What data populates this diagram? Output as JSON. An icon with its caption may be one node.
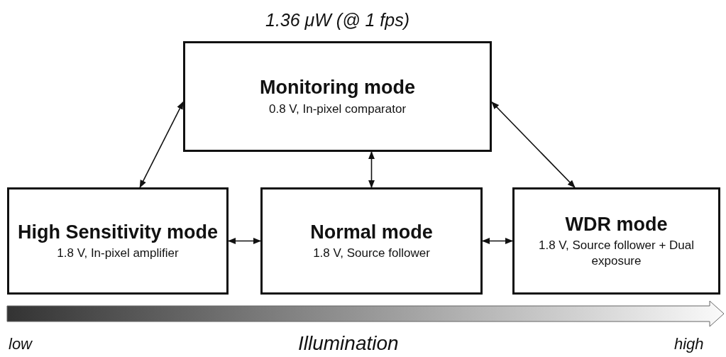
{
  "diagram": {
    "nodes": [
      {
        "text": [
          "Monitoring mode",
          "0.8 V, In-pixel comparator"
        ],
        "beside": [
          "1.36 μW (@ 1 fps)"
        ]
      },
      {
        "text": [
          "High Sensitivity mode",
          "1.8 V, In-pixel amplifier"
        ]
      },
      {
        "text": [
          "Normal mode",
          "1.8 V, Source follower"
        ]
      },
      {
        "text": [
          "WDR mode",
          "1.8 V, Source follower + Dual exposure"
        ]
      }
    ],
    "edges": [
      {
        "from": 0,
        "to": 1,
        "arrow": "both"
      },
      {
        "from": 0,
        "to": 2,
        "arrow": "both"
      },
      {
        "from": 0,
        "to": 3,
        "arrow": "both"
      },
      {
        "from": 1,
        "to": 2,
        "arrow": "both"
      },
      {
        "from": 2,
        "to": 3,
        "arrow": "both"
      }
    ],
    "labels": [
      "low",
      "Illumination",
      "high"
    ]
  }
}
